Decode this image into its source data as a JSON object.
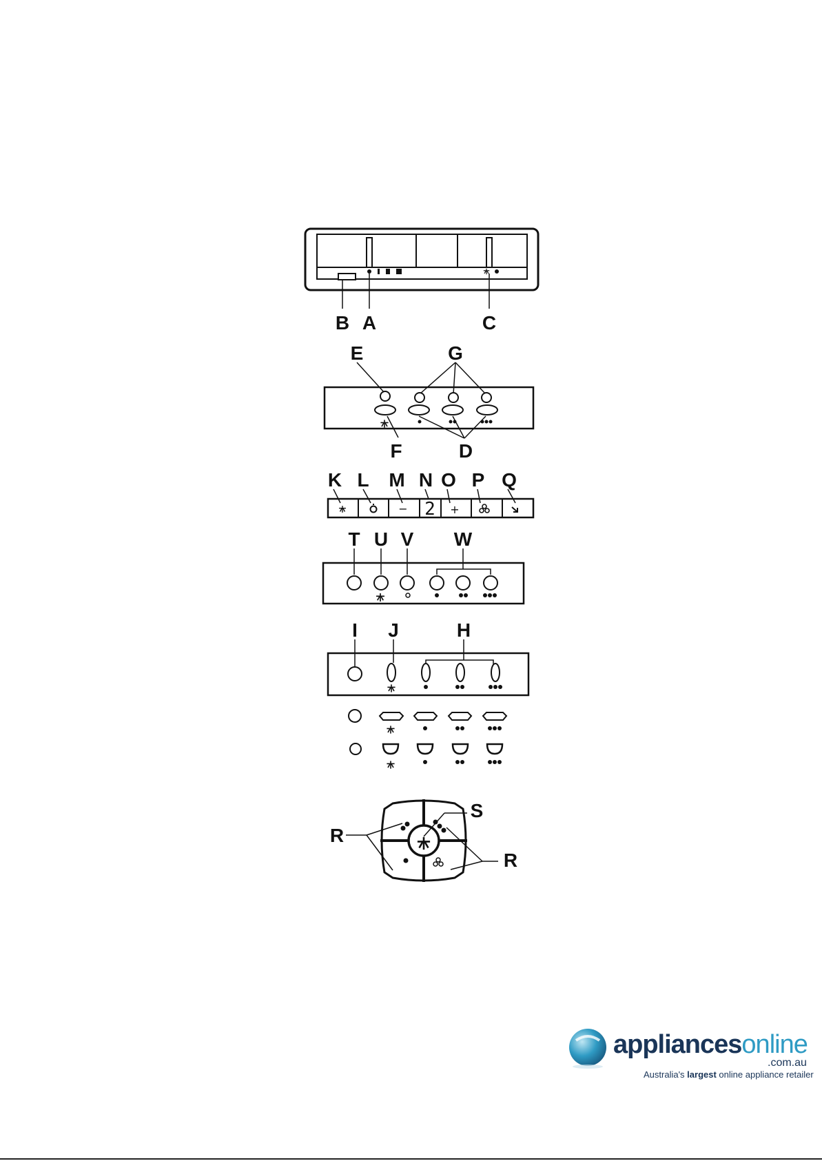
{
  "labels": {
    "A": "A",
    "B": "B",
    "C": "C",
    "D": "D",
    "E": "E",
    "F": "F",
    "G": "G",
    "H": "H",
    "I": "I",
    "J": "J",
    "K": "K",
    "L": "L",
    "M": "M",
    "N": "N",
    "O": "O",
    "P": "P",
    "Q": "Q",
    "R": "R",
    "S": "S",
    "T": "T",
    "U": "U",
    "V": "V",
    "W": "W"
  },
  "panel3": {
    "display_digit": "2",
    "minus": "−",
    "plus": "+"
  },
  "logo": {
    "word_part1": "appliances",
    "word_part2": "online",
    "domain": ".com.au",
    "tagline_pre": "Australia's ",
    "tagline_bold": "largest",
    "tagline_post": " online appliance retailer",
    "colors": {
      "navy": "#1a3558",
      "blue": "#2f9bc4"
    }
  }
}
